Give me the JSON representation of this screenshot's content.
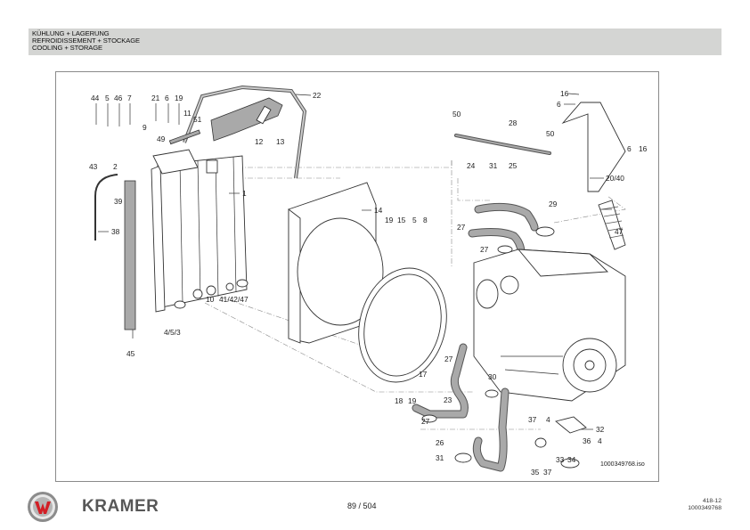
{
  "header": {
    "title_de": "KÜHLUNG + LAGERUNG",
    "title_fr": "REFROIDISSEMENT + STOCKAGE",
    "title_en": "COOLING + STORAGE"
  },
  "diagram": {
    "image_id_label": "1000349768.iso",
    "callouts": [
      "44",
      "5",
      "46",
      "7",
      "21",
      "6",
      "19",
      "11",
      "51",
      "9",
      "49",
      "43",
      "2",
      "22",
      "12",
      "13",
      "1",
      "39",
      "38",
      "45",
      "4/5/3",
      "10",
      "41/42/47",
      "14",
      "19",
      "15",
      "5",
      "8",
      "17",
      "18",
      "19",
      "50",
      "28",
      "50",
      "16",
      "6",
      "6",
      "16",
      "20/40",
      "24",
      "31",
      "25",
      "29",
      "27",
      "27",
      "47",
      "27",
      "23",
      "27",
      "30",
      "26",
      "31",
      "37",
      "4",
      "33",
      "34",
      "35",
      "37",
      "32",
      "36",
      "4"
    ]
  },
  "footer": {
    "brand": "KRAMER",
    "page_indicator": "89 / 504",
    "ref_line1": "418-12",
    "ref_line2": "1000349768"
  },
  "colors": {
    "header_bg": "#d4d5d3",
    "brand_red": "#d21f26",
    "brand_gray": "#575757",
    "part_fill": "#a9a9a9"
  }
}
